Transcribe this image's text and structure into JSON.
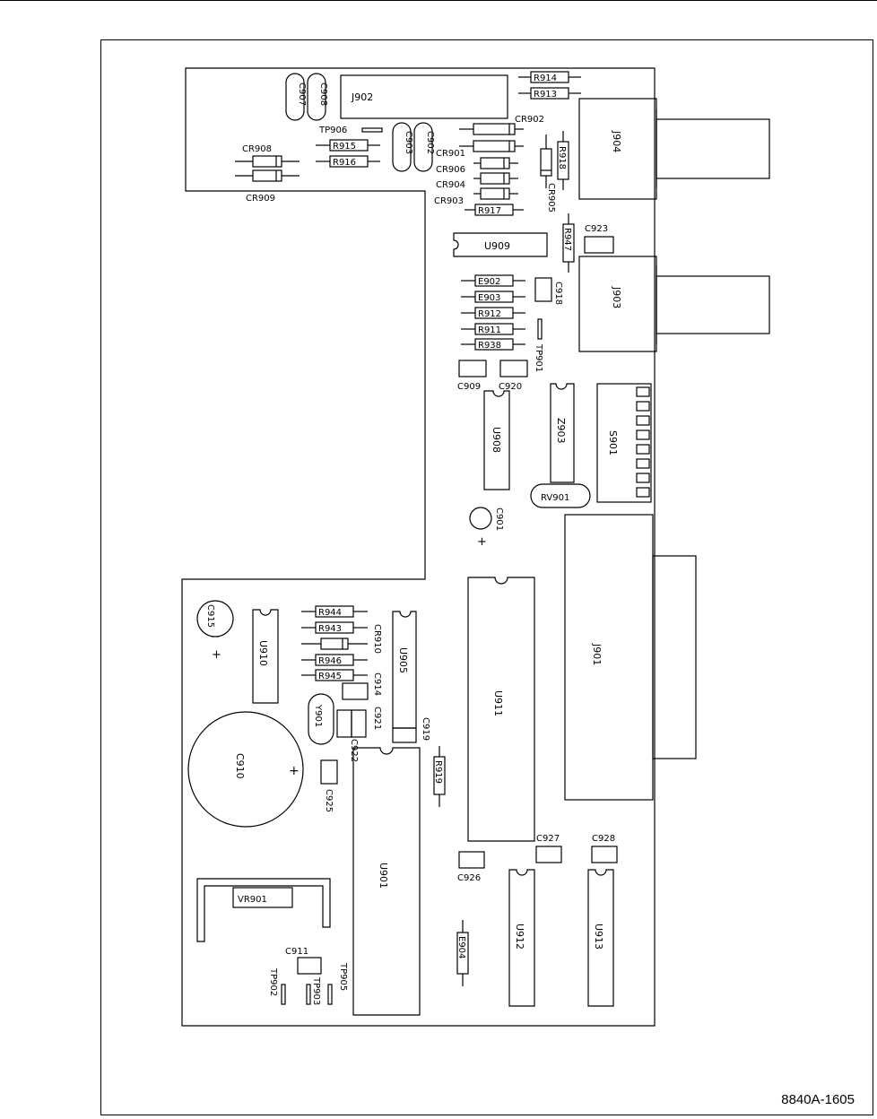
{
  "figure": {
    "number": "8840A-1605",
    "line_color": "#000000",
    "background": "#ffffff"
  },
  "components": {
    "connectors": {
      "j901": "J901",
      "j902": "J902",
      "j903": "J903",
      "j904": "J904"
    },
    "ics": {
      "u901": "U901",
      "u905": "U905",
      "u908": "U908",
      "u909": "U909",
      "u910": "U910",
      "u911": "U911",
      "u912": "U912",
      "u913": "U913",
      "z903": "Z903"
    },
    "resistors": {
      "r911": "R911",
      "r912": "R912",
      "r913": "R913",
      "r914": "R914",
      "r915": "R915",
      "r916": "R916",
      "r917": "R917",
      "r918": "R918",
      "r919": "R919",
      "r938": "R938",
      "r943": "R943",
      "r944": "R944",
      "r945": "R945",
      "r946": "R946",
      "r947": "R947"
    },
    "networks": {
      "e902": "E902",
      "e903": "E903",
      "e904": "E904"
    },
    "diodes": {
      "cr901": "CR901",
      "cr902": "CR902",
      "cr903": "CR903",
      "cr904": "CR904",
      "cr905": "CR905",
      "cr906": "CR906",
      "cr908": "CR908",
      "cr909": "CR909",
      "cr910": "CR910"
    },
    "capacitors": {
      "c901": "C901",
      "c902": "C902",
      "c903": "C903",
      "c907": "C907",
      "c908": "C908",
      "c909": "C909",
      "c910": "C910",
      "c911": "C911",
      "c914": "C914",
      "c915": "C915",
      "c918": "C918",
      "c919": "C919",
      "c920": "C920",
      "c921": "C921",
      "c922": "C922",
      "c923": "C923",
      "c925": "C925",
      "c926": "C926",
      "c927": "C927",
      "c928": "C928"
    },
    "test_points": {
      "tp901": "TP901",
      "tp902": "TP902",
      "tp903": "TP903",
      "tp905": "TP905",
      "tp906": "TP906"
    },
    "switch": {
      "s901": "S901"
    },
    "regulator": {
      "vr901": "VR901"
    },
    "crystal": {
      "y901": "Y901"
    },
    "potentiometer": {
      "rv901": "RV901"
    },
    "polarity": {
      "plus": "+"
    }
  }
}
